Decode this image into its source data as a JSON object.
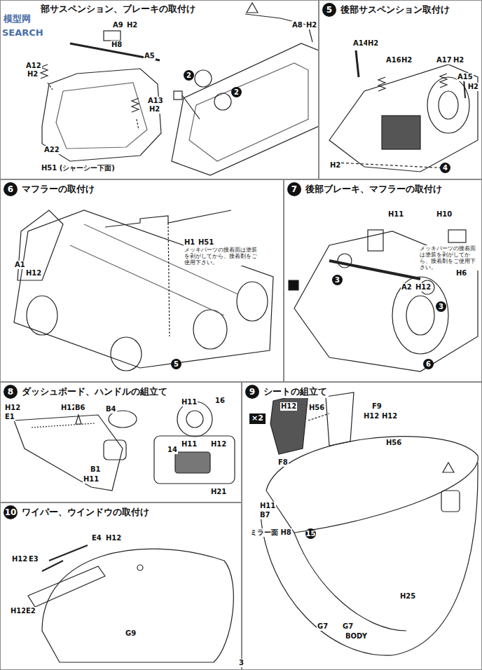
{
  "diagram": {
    "nodes": [
      {
        "text": [
          "部サスペンション、ブレーキの取付け"
        ]
      },
      {
        "text": [
          "5",
          "後部サスペンション取付け"
        ]
      },
      {
        "text": [
          "6",
          "マフラーの取付け"
        ]
      },
      {
        "text": [
          "7",
          "後部ブレーキ、マフラーの取付け"
        ]
      },
      {
        "text": [
          "8",
          "ダッシュボード、ハンドルの組立て"
        ]
      },
      {
        "text": [
          "9",
          "シートの組立て"
        ]
      },
      {
        "text": [
          "10",
          "ワイパー、ウインドウの取付け"
        ]
      }
    ],
    "labels": [
      "SEARCH",
      "模型网",
      "A9",
      "H2",
      "H8",
      "A5",
      "A12",
      "H2",
      "A13",
      "H2",
      "A22",
      "H51 (シャーシー下面)",
      "A8",
      "H2",
      "2",
      "2",
      "A14",
      "H2",
      "A16",
      "H2",
      "A17",
      "H2",
      "A15",
      "H2",
      "H2",
      "4",
      "A1",
      "H12",
      "H1",
      "H51",
      "メッキパーツの接着面は塗装を剥がしてから、接着剤をご使用下さい。",
      "5",
      "H11",
      "H10",
      "メッキパーツの接着面は塗装を剥がしてから、接着剤をご使用下さい。",
      "H6",
      "A2",
      "H12",
      "3",
      "3",
      "6",
      "H12",
      "E1",
      "H12",
      "B6",
      "B4",
      "B1",
      "H11",
      "H11",
      "16",
      "H11",
      "H12",
      "14",
      "H21",
      "×2",
      "F9",
      "H12",
      "H12",
      "F8",
      "H12",
      "H56",
      "H56",
      "H11",
      "B7",
      "ミラー面 H8",
      "15",
      "H25",
      "G7",
      "G7",
      "BODY",
      "E4",
      "H12",
      "H12",
      "E3",
      "H12",
      "E2",
      "G9",
      "3"
    ]
  }
}
